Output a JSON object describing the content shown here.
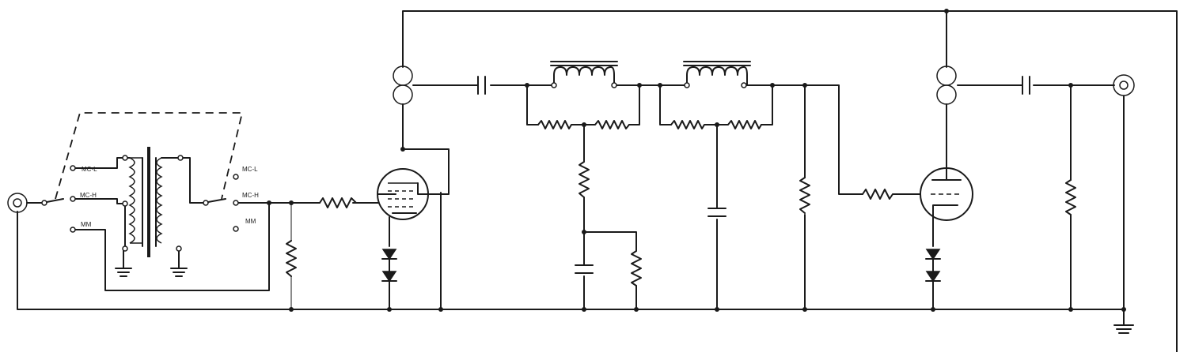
{
  "switch_labels": {
    "left": [
      "MC-L",
      "MC-H",
      "MM"
    ],
    "right": [
      "MC-L",
      "MC-H",
      "MM"
    ]
  },
  "colors": {
    "wire": "#1a1a1a",
    "grey_wire": "#8a8a8a",
    "background": "#ffffff"
  }
}
